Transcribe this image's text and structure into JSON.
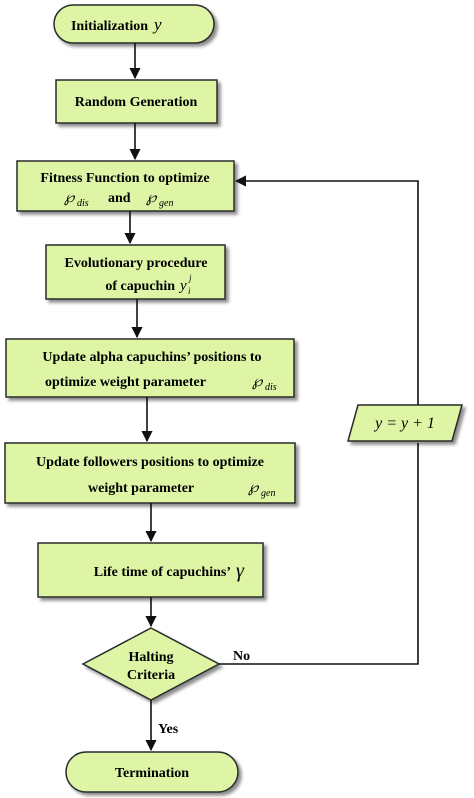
{
  "nodes": {
    "init": {
      "label": "Initialization",
      "var": "y"
    },
    "random": {
      "label": "Random Generation"
    },
    "fitness": {
      "line1": "Fitness Function to optimize",
      "sym1": "℘",
      "sub1": "dis",
      "and": "and",
      "sym2": "℘",
      "sub2": "gen"
    },
    "evolution": {
      "line1": "Evolutionary procedure",
      "line2": "of capuchin",
      "var": "y",
      "sub": "i",
      "sup": "j"
    },
    "alpha": {
      "line1": "Update alpha capuchins’ positions to",
      "line2": "optimize weight parameter",
      "sym": "℘",
      "sub": "dis"
    },
    "followers": {
      "line1": "Update followers positions to optimize",
      "line2": "weight parameter",
      "sym": "℘",
      "sub": "gen"
    },
    "lifetime": {
      "label": "Life time of capuchins’",
      "var": "γ"
    },
    "halting": {
      "line1": "Halting",
      "line2": "Criteria"
    },
    "update": {
      "label": "y = y + 1"
    },
    "termination": {
      "label": "Termination"
    }
  },
  "edges": {
    "no": "No",
    "yes": "Yes"
  },
  "colors": {
    "fill": "#dff5a6",
    "stroke": "#2a2a2a"
  }
}
